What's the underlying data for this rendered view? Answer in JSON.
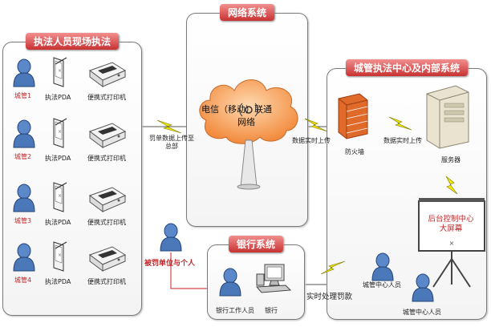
{
  "panels": {
    "field": {
      "title": "执法人员现场执法"
    },
    "network": {
      "title": "网络系统",
      "cloud_text_1": "电信（移动）联通",
      "cloud_text_2": "网络"
    },
    "center": {
      "title": "城管执法中心及内部系统"
    },
    "bank": {
      "title": "银行系统"
    }
  },
  "field_rows": [
    {
      "officer": "城管1",
      "pda": "执法PDA",
      "printer": "便携式打印机"
    },
    {
      "officer": "城管2",
      "pda": "执法PDA",
      "printer": "便携式打印机"
    },
    {
      "officer": "城管3",
      "pda": "执法PDA",
      "printer": "便携式打印机"
    },
    {
      "officer": "城管4",
      "pda": "执法PDA",
      "printer": "便携式打印机"
    }
  ],
  "links": {
    "field_to_net": "罚单数据上传至总部",
    "net_to_center": "数据实时上传",
    "firewall_to_server": "数据实时上传",
    "bank_to_center": "实时处理罚款"
  },
  "center": {
    "firewall": "防火墙",
    "server": "服务器",
    "screen": "后台控制中心大屏幕",
    "staff1": "城管中心人员",
    "staff2": "城管中心人员"
  },
  "bank": {
    "staff": "银行工作人员",
    "bank": "银行"
  },
  "penalized": "被罚单位与个人"
}
